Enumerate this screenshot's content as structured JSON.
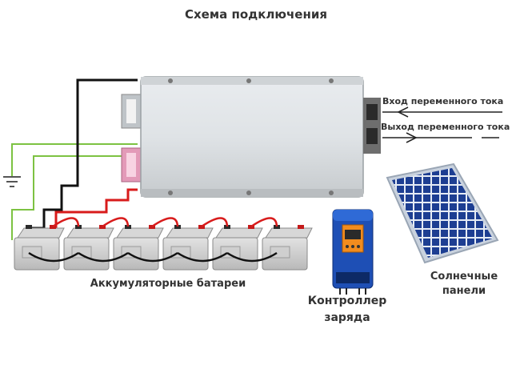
{
  "title": "Схема подключения",
  "labels": {
    "ac_input": "Вход переменного тока",
    "ac_output": "Выход переменного тока",
    "batteries": "Аккумуляторные батареи",
    "controller_line1": "Контроллер",
    "controller_line2": "заряда",
    "panels_line1": "Солнечные",
    "panels_line2": "панели"
  },
  "colors": {
    "wire_positive": "#d81b1b",
    "wire_negative": "#111111",
    "wire_ground": "#7dc242",
    "controller_body": "#1e4fb5",
    "controller_display": "#f28c1e",
    "panel_cell": "#1a3a8c"
  },
  "components": {
    "inverter": "inverter-box",
    "battery_count": 6,
    "controller": "charge-controller",
    "solar_panel": "solar-panel",
    "ground": "ground-icon"
  }
}
